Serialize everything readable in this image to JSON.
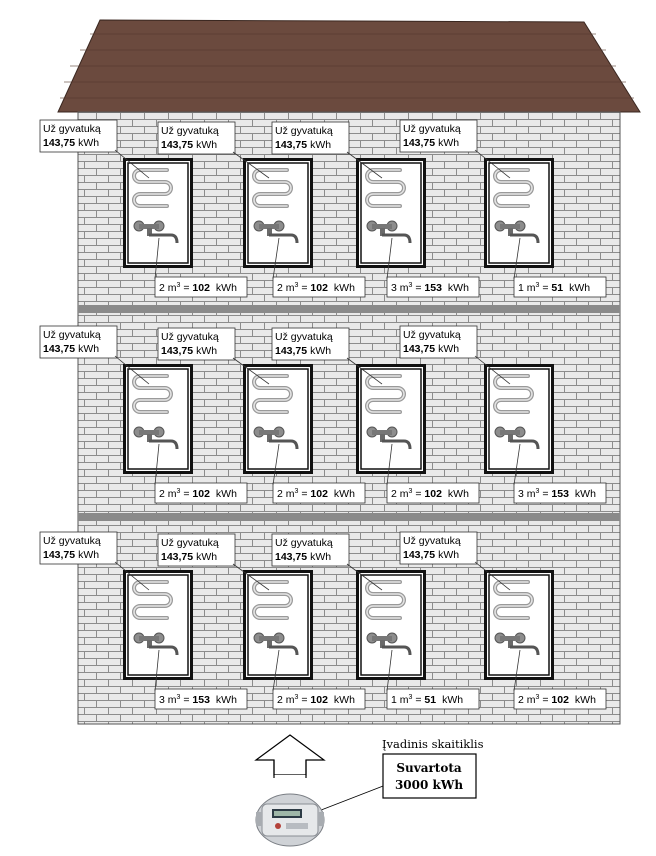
{
  "colors": {
    "roof": "#6b4a3e",
    "wall": "#e9e9e9",
    "brick_line": "#8c8c8c",
    "divider": "#8a8a8a",
    "window_frame": "#111111"
  },
  "icons": {
    "radiator": "towel-radiator-icon",
    "faucet": "faucet-icon",
    "meter": "energy-meter-icon",
    "arrow": "up-arrow-icon"
  },
  "floors": [
    {
      "windows": [
        {
          "heater_text": "Už gyvatuką",
          "heater_value": "143,75",
          "heater_unit": "kWh",
          "water_qty": "2 m",
          "water_exp": "3",
          "water_eq": " = ",
          "water_value": "102",
          "water_unit": "kWh"
        },
        {
          "heater_text": "Už gyvatuką",
          "heater_value": "143,75",
          "heater_unit": "kWh",
          "water_qty": "2 m",
          "water_exp": "3",
          "water_eq": " = ",
          "water_value": "102",
          "water_unit": "kWh"
        },
        {
          "heater_text": "Už gyvatuką",
          "heater_value": "143,75",
          "heater_unit": "kWh",
          "water_qty": "3 m",
          "water_exp": "3",
          "water_eq": " = ",
          "water_value": "153",
          "water_unit": "kWh"
        },
        {
          "heater_text": "Už gyvatuką",
          "heater_value": "143,75",
          "heater_unit": "kWh",
          "water_qty": "1 m",
          "water_exp": "3",
          "water_eq": " = ",
          "water_value": "51",
          "water_unit": "kWh"
        }
      ]
    },
    {
      "windows": [
        {
          "heater_text": "Už gyvatuką",
          "heater_value": "143,75",
          "heater_unit": "kWh",
          "water_qty": "2 m",
          "water_exp": "3",
          "water_eq": " = ",
          "water_value": "102",
          "water_unit": "kWh"
        },
        {
          "heater_text": "Už gyvatuką",
          "heater_value": "143,75",
          "heater_unit": "kWh",
          "water_qty": "2 m",
          "water_exp": "3",
          "water_eq": " = ",
          "water_value": "102",
          "water_unit": "kWh"
        },
        {
          "heater_text": "Už gyvatuką",
          "heater_value": "143,75",
          "heater_unit": "kWh",
          "water_qty": "2 m",
          "water_exp": "3",
          "water_eq": " = ",
          "water_value": "102",
          "water_unit": "kWh"
        },
        {
          "heater_text": "Už gyvatuką",
          "heater_value": "143,75",
          "heater_unit": "kWh",
          "water_qty": "3 m",
          "water_exp": "3",
          "water_eq": " = ",
          "water_value": "153",
          "water_unit": "kWh"
        }
      ]
    },
    {
      "windows": [
        {
          "heater_text": "Už gyvatuką",
          "heater_value": "143,75",
          "heater_unit": "kWh",
          "water_qty": "3 m",
          "water_exp": "3",
          "water_eq": " = ",
          "water_value": "153",
          "water_unit": "kWh"
        },
        {
          "heater_text": "Už gyvatuką",
          "heater_value": "143,75",
          "heater_unit": "kWh",
          "water_qty": "2 m",
          "water_exp": "3",
          "water_eq": " = ",
          "water_value": "102",
          "water_unit": "kWh"
        },
        {
          "heater_text": "Už gyvatuką",
          "heater_value": "143,75",
          "heater_unit": "kWh",
          "water_qty": "1 m",
          "water_exp": "3",
          "water_eq": " = ",
          "water_value": "51",
          "water_unit": "kWh"
        },
        {
          "heater_text": "Už gyvatuką",
          "heater_value": "143,75",
          "heater_unit": "kWh",
          "water_qty": "2 m",
          "water_exp": "3",
          "water_eq": " = ",
          "water_value": "102",
          "water_unit": "kWh"
        }
      ]
    }
  ],
  "meter": {
    "caption": "Įvadinis skaitiklis",
    "total_label": "Suvartota",
    "total_value": "3000 kWh"
  }
}
